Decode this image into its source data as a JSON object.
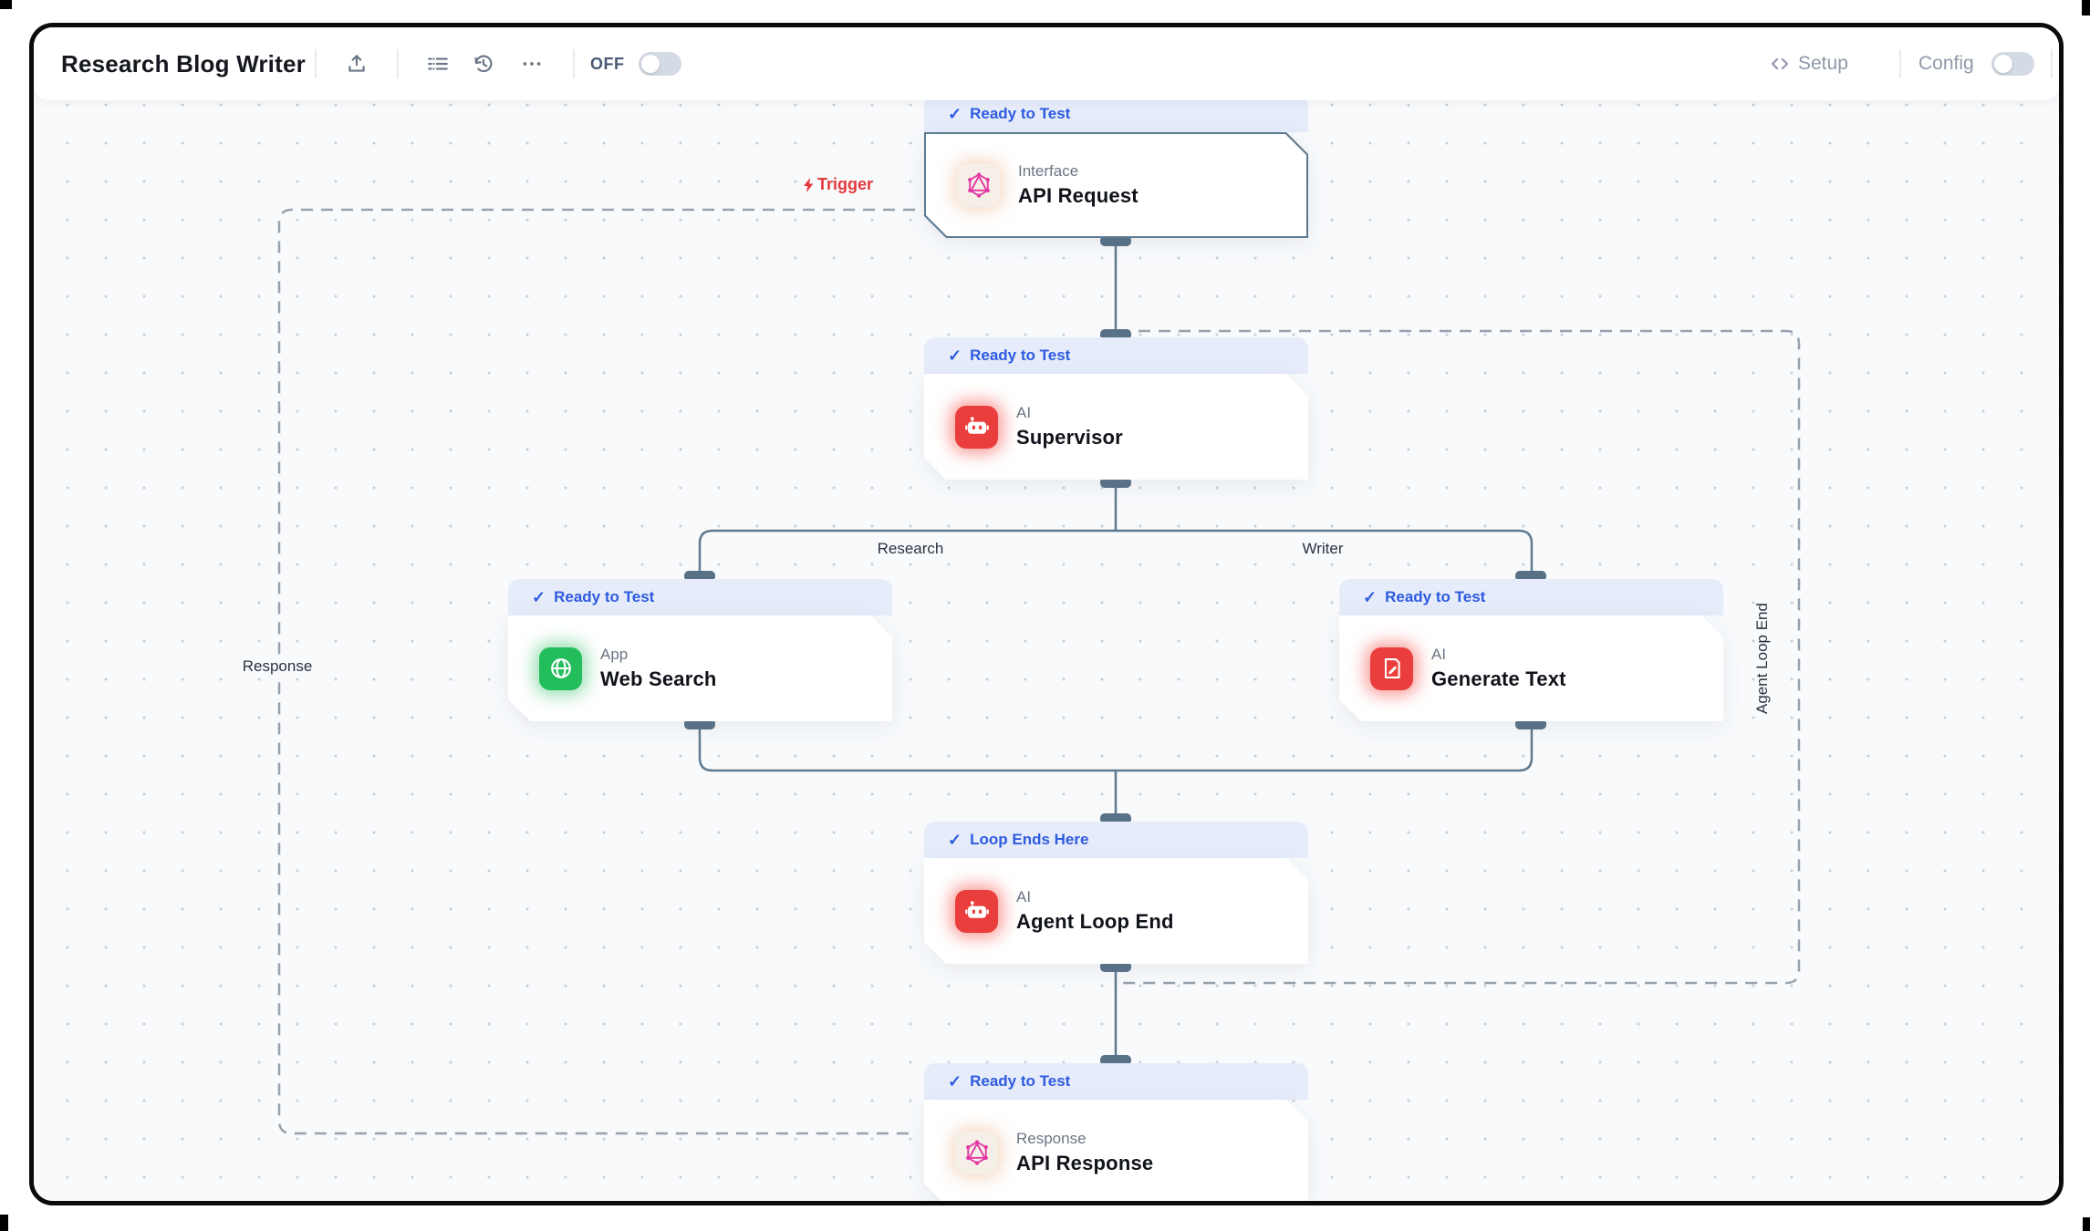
{
  "header": {
    "title": "Research Blog Writer",
    "off_label": "OFF",
    "setup_label": "Setup",
    "config_label": "Config"
  },
  "nodes": [
    {
      "badge": "Ready to Test",
      "type_label": "Interface",
      "title": "API Request",
      "icon": "hexagram",
      "tile_color": "#f6efe8",
      "icon_color": "#e336a3"
    },
    {
      "badge": "Ready to Test",
      "type_label": "AI",
      "title": "Supervisor",
      "icon": "robot",
      "tile_color": "#ea3e3c",
      "icon_color": "#ffffff"
    },
    {
      "badge": "Ready to Test",
      "type_label": "App",
      "title": "Web Search",
      "icon": "globe",
      "tile_color": "#24bd5c",
      "icon_color": "#ffffff"
    },
    {
      "badge": "Ready to Test",
      "type_label": "AI",
      "title": "Generate Text",
      "icon": "document-edit",
      "tile_color": "#ea3e3c",
      "icon_color": "#ffffff"
    },
    {
      "badge": "Loop Ends Here",
      "type_label": "AI",
      "title": "Agent Loop End",
      "icon": "robot",
      "tile_color": "#ea3e3c",
      "icon_color": "#ffffff"
    },
    {
      "badge": "Ready to Test",
      "type_label": "Response",
      "title": "API Response",
      "icon": "hexagram",
      "tile_color": "#f6efe8",
      "icon_color": "#e336a3"
    }
  ],
  "edge_labels": {
    "trigger": "Trigger",
    "research": "Research",
    "writer": "Writer",
    "response": "Response",
    "agent_loop": "Agent Loop End"
  },
  "colors": {
    "badge_bg": "#e6ecfa",
    "badge_text": "#2e5bdf",
    "edge": "#5e7a90",
    "dashed_edge": "#98a2ae",
    "handle": "#587186",
    "trigger_red": "#e5383b",
    "canvas_bg": "#f8fafc"
  }
}
